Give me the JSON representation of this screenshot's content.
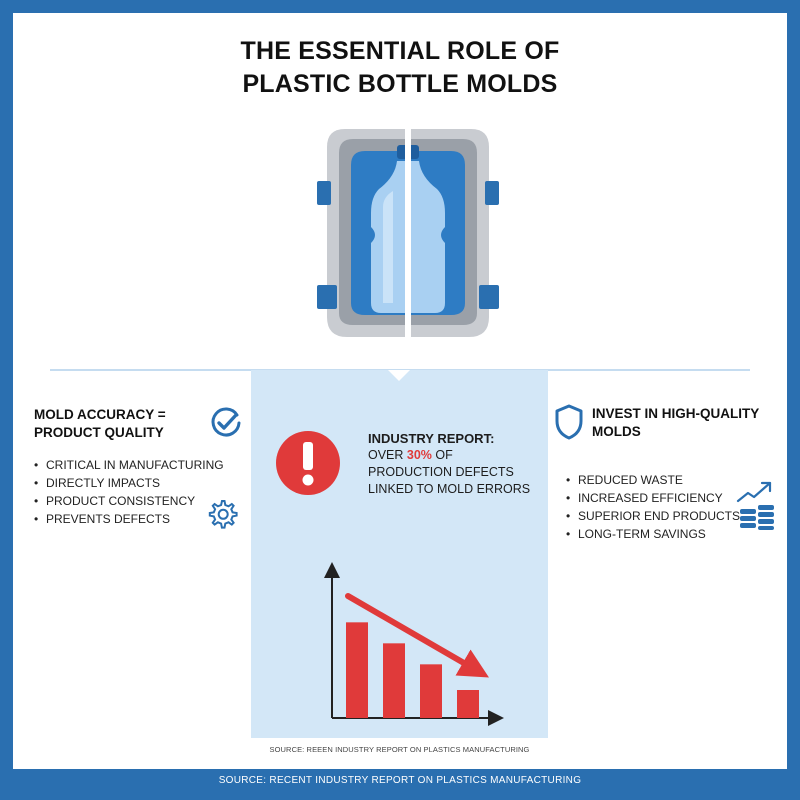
{
  "title": {
    "line1": "THE ESSENTIAL ROLE OF",
    "line2": "PLASTIC BOTTLE MOLDS"
  },
  "left": {
    "heading_line1": "MOLD ACCURACY =",
    "heading_line2": "PRODUCT QUALITY",
    "bullets": [
      "CRITICAL IN MANUFACTURING",
      "DIRECTLY IMPACTS",
      "PRODUCT CONSISTENCY",
      "PREVENTS DEFECTS"
    ]
  },
  "center": {
    "report_heading": "INDUSTRY REPORT:",
    "report_over": "OVER ",
    "report_percent": "30%",
    "report_of": " OF",
    "report_line3": "PRODUCTION DEFECTS",
    "report_line4": "LINKED TO MOLD ERRORS",
    "source": "SOURCE: REEEN INDUSTRY REPORT ON PLASTICS MANUFACTURING"
  },
  "right": {
    "heading_line1": "INVEST IN HIGH-QUALITY",
    "heading_line2": "MOLDS",
    "bullets": [
      "REDUCED WASTE",
      "INCREASED EFFICIENCY",
      "SUPERIOR END PRODUCTS",
      "LONG-TERM SAVINGS"
    ]
  },
  "footer": "SOURCE: RECENT INDUSTRY REPORT ON PLASTICS MANUFACTURING",
  "chart_data": {
    "type": "bar",
    "categories": [
      "",
      "",
      "",
      ""
    ],
    "values": [
      4.1,
      3.2,
      2.3,
      1.2
    ],
    "trend": "decreasing",
    "title": "",
    "xlabel": "",
    "ylabel": "",
    "ylim": [
      0,
      6
    ]
  },
  "icons": {
    "check": "check-circle-icon",
    "gear": "gear-icon",
    "shield": "shield-icon",
    "alert": "exclamation-icon",
    "money": "money-growth-icon"
  },
  "colors": {
    "brand_blue": "#2a6fb0",
    "panel": "#d3e7f7",
    "alert_red": "#e03a3a"
  }
}
